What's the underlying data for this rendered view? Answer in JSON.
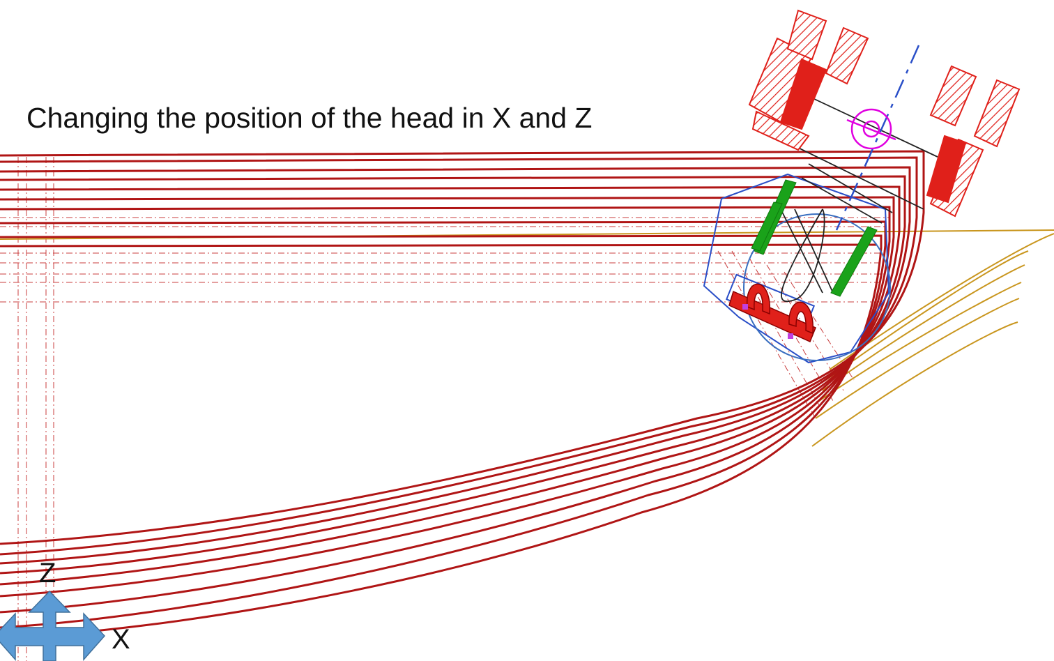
{
  "caption": "Changing the position of the head in X and Z",
  "axes": {
    "z_label": "Z",
    "x_label": "X"
  },
  "colors": {
    "pipe": "#b01515",
    "dash": "#c83c3c",
    "gold": "#c9961e",
    "blue": "#2a4fc8",
    "green": "#1aa21a",
    "red_fill": "#e0201a",
    "magenta": "#e000e0",
    "arrow": "#5b9bd5"
  },
  "icons": [
    "xz-move-arrows-icon"
  ],
  "layers": [
    "bent-pipe-curves",
    "dimension-dash-lines",
    "bending-head-drawing",
    "gold-guide-curves"
  ]
}
